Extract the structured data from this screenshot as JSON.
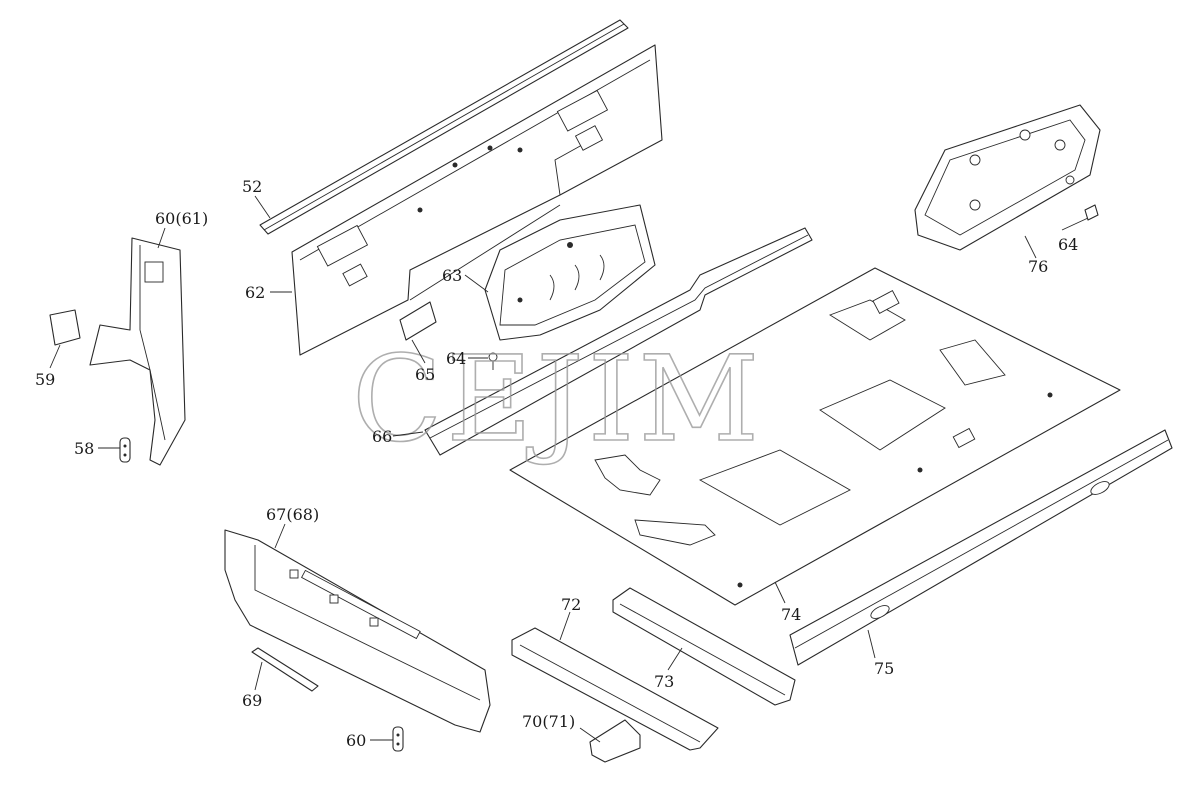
{
  "watermark": "CEJIM",
  "callouts": {
    "p52": "52",
    "p60_61": "60(61)",
    "p59": "59",
    "p58": "58",
    "p62": "62",
    "p63": "63",
    "p64a": "64",
    "p65": "65",
    "p66": "66",
    "p64b": "64",
    "p76": "76",
    "p67_68": "67(68)",
    "p69": "69",
    "p60": "60",
    "p72": "72",
    "p73": "73",
    "p70_71": "70(71)",
    "p74": "74",
    "p75": "75"
  }
}
